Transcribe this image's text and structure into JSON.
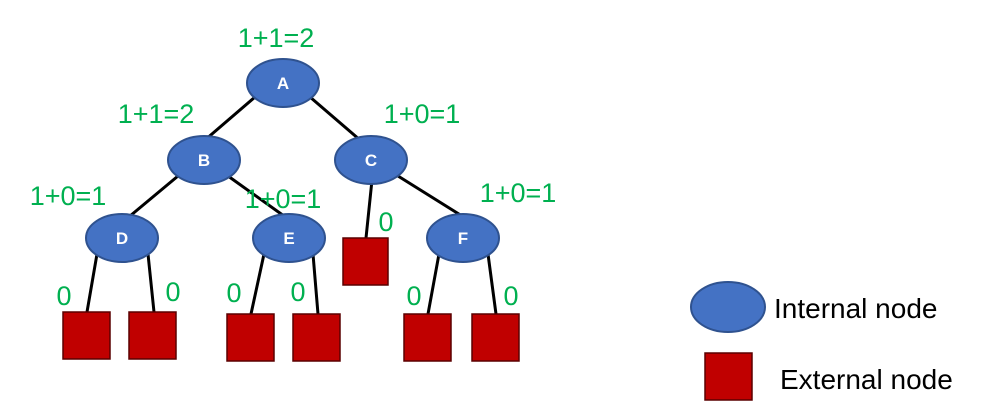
{
  "colors": {
    "internal_fill": "#4472c4",
    "internal_stroke": "#2f528f",
    "external_fill": "#c00000",
    "external_stroke": "#5a0000",
    "label_green": "#00b050"
  },
  "nodes": {
    "A": {
      "label": "A",
      "value": "1+1=2"
    },
    "B": {
      "label": "B",
      "value": "1+1=2"
    },
    "C": {
      "label": "C",
      "value": "1+0=1"
    },
    "D": {
      "label": "D",
      "value": "1+0=1"
    },
    "E": {
      "label": "E",
      "value": "1+0=1"
    },
    "F": {
      "label": "F",
      "value": "1+0=1"
    }
  },
  "externals": {
    "D_left": {
      "value": "0"
    },
    "D_right": {
      "value": "0"
    },
    "E_left": {
      "value": "0"
    },
    "E_right": {
      "value": "0"
    },
    "C_left": {
      "value": "0"
    },
    "F_left": {
      "value": "0"
    },
    "F_right": {
      "value": "0"
    }
  },
  "legend": {
    "internal": "Internal node",
    "external": "External node"
  }
}
